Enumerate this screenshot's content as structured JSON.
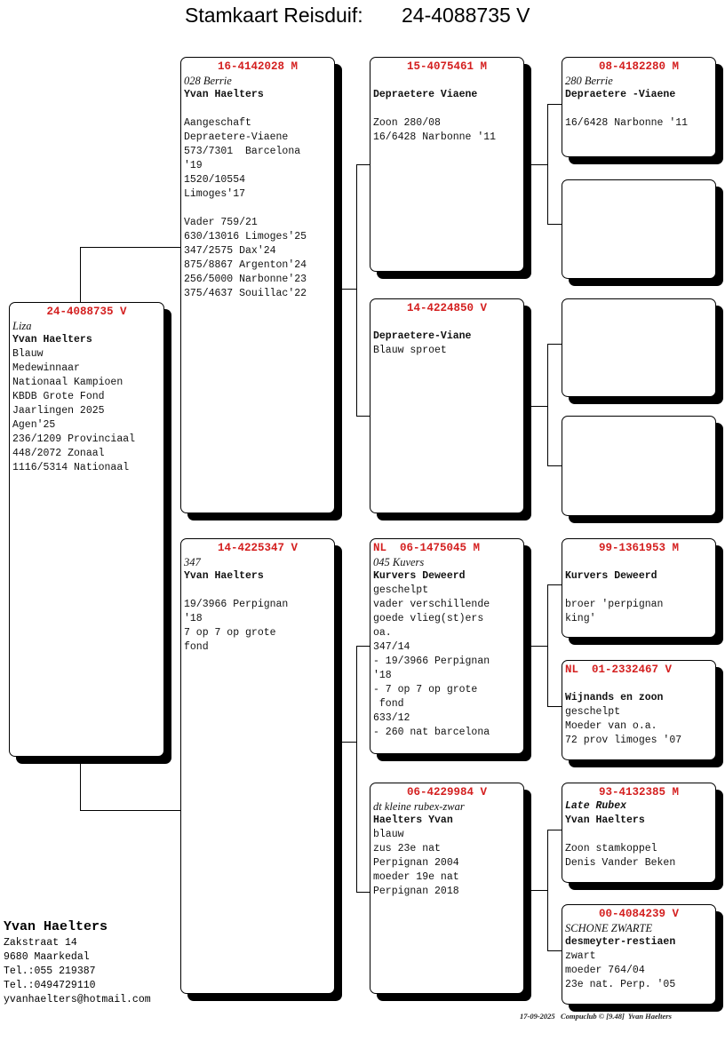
{
  "title": {
    "label": "Stamkaart Reisduif:",
    "ring": "24-4088735 V"
  },
  "colors": {
    "ring_header": "#d42020"
  },
  "boxes": [
    {
      "header": "24-4088735 V",
      "lines": [
        [
          "Liza",
          "i"
        ],
        [
          "Yvan Haelters",
          "b"
        ],
        [
          "Blauw",
          ""
        ],
        [
          "Medewinnaar",
          ""
        ],
        [
          "Nationaal Kampioen",
          ""
        ],
        [
          "KBDB Grote Fond",
          ""
        ],
        [
          "Jaarlingen 2025",
          ""
        ],
        [
          "Agen'25",
          ""
        ],
        [
          "236/1209 Provinciaal",
          ""
        ],
        [
          "448/2072 Zonaal",
          ""
        ],
        [
          "1116/5314 Nationaal",
          ""
        ]
      ]
    },
    {
      "header": "16-4142028 M",
      "lines": [
        [
          "028 Berrie",
          "i"
        ],
        [
          "Yvan Haelters",
          "b"
        ],
        [
          "",
          ""
        ],
        [
          "Aangeschaft",
          ""
        ],
        [
          "Depraetere-Viaene",
          ""
        ],
        [
          "573/7301  Barcelona",
          ""
        ],
        [
          "'19",
          ""
        ],
        [
          "1520/10554",
          ""
        ],
        [
          "Limoges'17",
          ""
        ],
        [
          "",
          ""
        ],
        [
          "Vader 759/21",
          ""
        ],
        [
          "630/13016 Limoges'25",
          ""
        ],
        [
          "347/2575 Dax'24",
          ""
        ],
        [
          "875/8867 Argenton'24",
          ""
        ],
        [
          "256/5000 Narbonne'23",
          ""
        ],
        [
          "375/4637 Souillac'22",
          ""
        ]
      ]
    },
    {
      "header": "14-4225347 V",
      "lines": [
        [
          "347",
          "i"
        ],
        [
          "Yvan Haelters",
          "b"
        ],
        [
          "",
          ""
        ],
        [
          "19/3966 Perpignan",
          ""
        ],
        [
          "'18",
          ""
        ],
        [
          "7 op 7 op grote",
          ""
        ],
        [
          "fond",
          ""
        ]
      ]
    },
    {
      "header": "15-4075461 M",
      "lines": [
        [
          "",
          ""
        ],
        [
          "Depraetere Viaene",
          "b"
        ],
        [
          "",
          ""
        ],
        [
          "Zoon 280/08",
          ""
        ],
        [
          "16/6428 Narbonne '11",
          ""
        ]
      ]
    },
    {
      "header": "14-4224850 V",
      "lines": [
        [
          "",
          ""
        ],
        [
          "Depraetere-Viane",
          "b"
        ],
        [
          "Blauw sproet",
          ""
        ]
      ]
    },
    {
      "header": "NL  06-1475045 M",
      "lines": [
        [
          "045 Kuvers",
          "i"
        ],
        [
          "Kurvers Deweerd",
          "b"
        ],
        [
          "geschelpt",
          ""
        ],
        [
          "vader verschillende",
          ""
        ],
        [
          "goede vlieg(st)ers",
          ""
        ],
        [
          "oa.",
          ""
        ],
        [
          "347/14",
          ""
        ],
        [
          "- 19/3966 Perpignan",
          ""
        ],
        [
          "'18",
          ""
        ],
        [
          "- 7 op 7 op grote",
          ""
        ],
        [
          " fond",
          ""
        ],
        [
          "633/12",
          ""
        ],
        [
          "- 260 nat barcelona",
          ""
        ]
      ]
    },
    {
      "header": "06-4229984 V",
      "lines": [
        [
          "dt kleine rubex-zwar",
          "i"
        ],
        [
          "Haelters Yvan",
          "b"
        ],
        [
          "blauw",
          ""
        ],
        [
          "zus 23e nat",
          ""
        ],
        [
          "Perpignan 2004",
          ""
        ],
        [
          "moeder 19e nat",
          ""
        ],
        [
          "Perpignan 2018",
          ""
        ]
      ]
    },
    {
      "header": "08-4182280 M",
      "lines": [
        [
          "280 Berrie",
          "i"
        ],
        [
          "Depraetere -Viaene",
          "b"
        ],
        [
          "",
          ""
        ],
        [
          "16/6428 Narbonne '11",
          ""
        ]
      ]
    },
    {
      "header": "",
      "lines": []
    },
    {
      "header": "",
      "lines": []
    },
    {
      "header": "",
      "lines": []
    },
    {
      "header": "99-1361953 M",
      "lines": [
        [
          "",
          ""
        ],
        [
          "Kurvers Deweerd",
          "b"
        ],
        [
          "",
          ""
        ],
        [
          "broer 'perpignan",
          ""
        ],
        [
          "king'",
          ""
        ]
      ]
    },
    {
      "header": "NL  01-2332467 V",
      "lines": [
        [
          "",
          ""
        ],
        [
          "Wijnands en zoon",
          "b"
        ],
        [
          "geschelpt",
          ""
        ],
        [
          "Moeder van o.a.",
          ""
        ],
        [
          "72 prov limoges '07",
          ""
        ]
      ]
    },
    {
      "header": "93-4132385 M",
      "lines": [
        [
          "Late Rubex",
          "bi"
        ],
        [
          "Yvan Haelters",
          "b"
        ],
        [
          "",
          ""
        ],
        [
          "Zoon stamkoppel",
          ""
        ],
        [
          "Denis Vander Beken",
          ""
        ]
      ]
    },
    {
      "header": "00-4084239 V",
      "lines": [
        [
          "SCHONE ZWARTE",
          "i"
        ],
        [
          "desmeyter-restiaen",
          "b"
        ],
        [
          "zwart",
          ""
        ],
        [
          "moeder 764/04",
          ""
        ],
        [
          "23e nat. Perp. '05",
          ""
        ]
      ]
    }
  ],
  "owner": {
    "name": "Yvan Haelters",
    "street": "Zakstraat 14",
    "city": "9680  Maarkedal",
    "tel1": "Tel.:055 219387",
    "tel2": "Tel.:0494729110",
    "email": "yvanhaelters@hotmail.com"
  },
  "footer": "17-09-2025   Compuclub © [9.48]  Yvan Haelters"
}
